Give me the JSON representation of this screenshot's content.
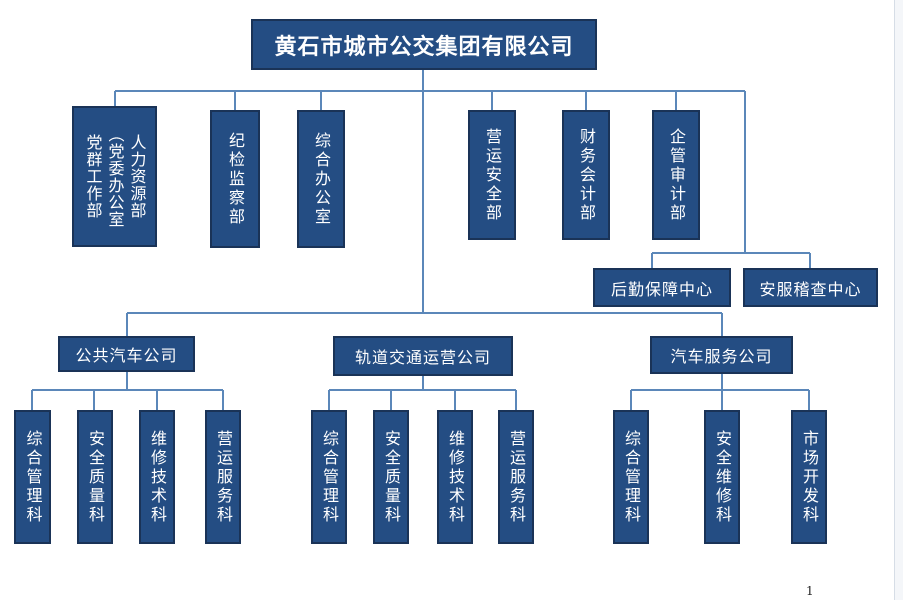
{
  "diagram": {
    "root": "黄石市城市公交集团有限公司",
    "departments": {
      "hr": [
        "人力资源部",
        "（党委办公室",
        "党群工作部"
      ],
      "discipline": "纪检监察部",
      "general_office": "综合办公室",
      "safety_ops": "营运安全部",
      "finance": "财务会计部",
      "audit": "企管审计部",
      "logistics": "后勤保障中心",
      "safety_inspection": "安服稽查中心"
    },
    "companies": {
      "bus": {
        "name": "公共汽车公司",
        "sections": [
          "综合管理科",
          "安全质量科",
          "维修技术科",
          "营运服务科"
        ]
      },
      "rail": {
        "name": "轨道交通运营公司",
        "sections": [
          "综合管理科",
          "安全质量科",
          "维修技术科",
          "营运服务科"
        ]
      },
      "service": {
        "name": "汽车服务公司",
        "sections": [
          "综合管理科",
          "安全维修科",
          "市场开发科"
        ]
      }
    }
  },
  "page_number": "1",
  "colors": {
    "box": "#244d83",
    "line": "#5b87b9",
    "text": "#ffffff"
  }
}
